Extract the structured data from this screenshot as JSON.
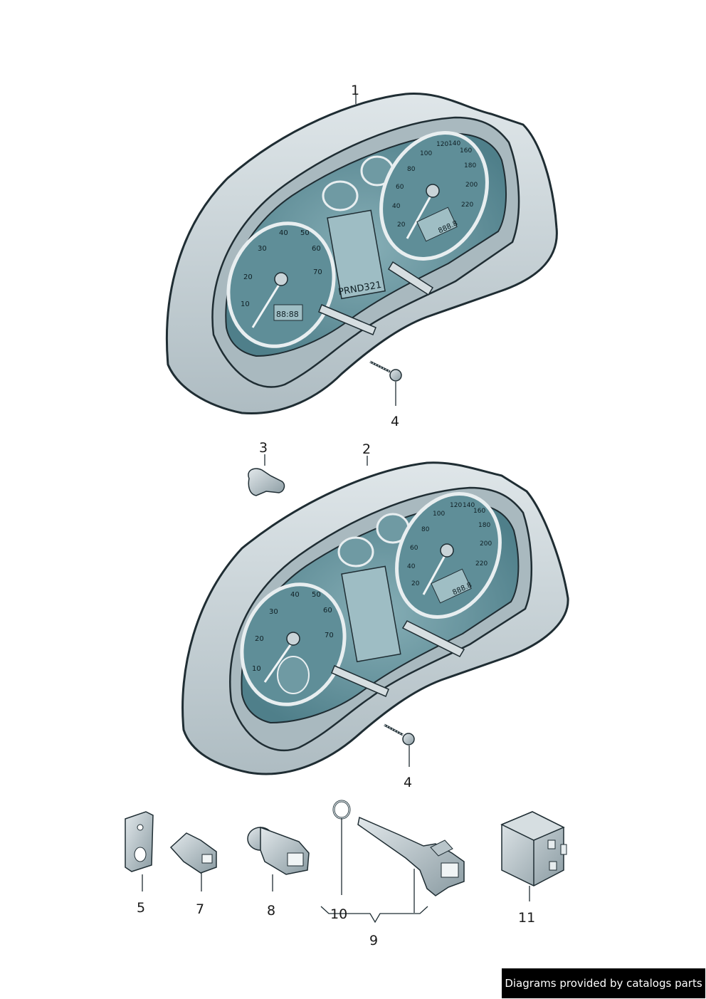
{
  "callouts": {
    "c1": "1",
    "c2": "2",
    "c3": "3",
    "c4a": "4",
    "c4b": "4",
    "c5": "5",
    "c7": "7",
    "c8": "8",
    "c9": "9",
    "c10": "10",
    "c11": "11"
  },
  "cluster_a": {
    "left_ticks": [
      "10",
      "20",
      "30",
      "40",
      "50",
      "60",
      "70"
    ],
    "right_ticks": [
      "20",
      "40",
      "60",
      "80",
      "100",
      "120",
      "140",
      "160",
      "180",
      "200",
      "220"
    ],
    "center_display": "PRND321",
    "left_display": "88:88",
    "right_display": "888.8"
  },
  "cluster_b": {
    "left_ticks": [
      "10",
      "20",
      "30",
      "40",
      "50",
      "60",
      "70"
    ],
    "right_ticks": [
      "20",
      "40",
      "60",
      "80",
      "100",
      "120",
      "140",
      "160",
      "180",
      "200",
      "220"
    ],
    "right_display": "888.8"
  },
  "credit": "Diagrams provided by catalogs parts",
  "colors": {
    "housing": "#c9d4d8",
    "face": "#6f9aa3",
    "outline": "#1f2d33",
    "parts": "#b9c5ca"
  }
}
